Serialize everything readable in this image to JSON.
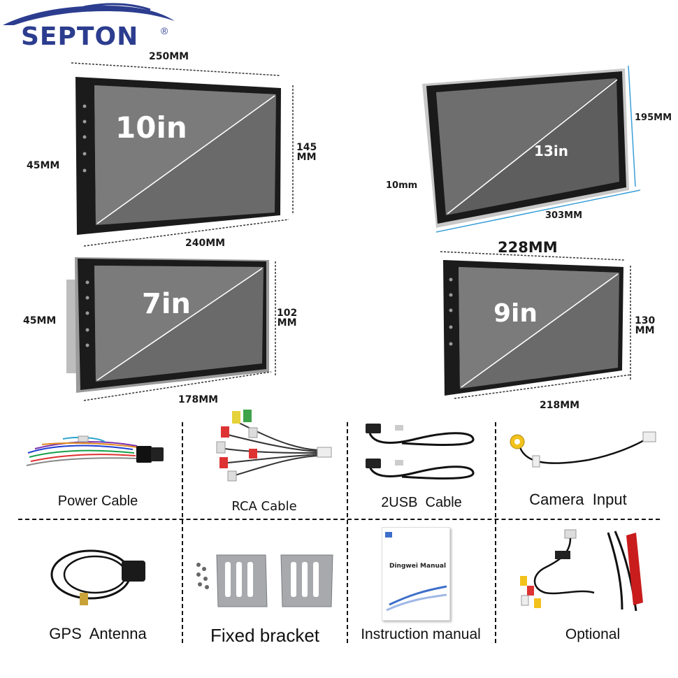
{
  "brand": {
    "name": "SEPTON",
    "registered": "®",
    "color": "#2c3d8f"
  },
  "devices": [
    {
      "id": "10in",
      "size_label": "10in",
      "width": "250MM",
      "bottom": "240MM",
      "height": "145\nMM",
      "depth": "45MM"
    },
    {
      "id": "13in",
      "size_label": "13in",
      "height": "195MM",
      "bottom": "303MM",
      "depth": "10mm"
    },
    {
      "id": "7in",
      "size_label": "7in",
      "height": "102\nMM",
      "bottom": "178MM",
      "depth": "45MM"
    },
    {
      "id": "9in",
      "size_label": "9in",
      "width": "228MM",
      "height": "130\nMM",
      "bottom": "218MM"
    }
  ],
  "accessories": [
    {
      "label": "Power Cable",
      "icon": "power-cable-icon"
    },
    {
      "label": "RCA Cable",
      "icon": "rca-cable-icon"
    },
    {
      "label": "2USB  Cable",
      "icon": "usb-cable-icon"
    },
    {
      "label": "Camera  Input",
      "icon": "camera-input-cable-icon"
    },
    {
      "label": "GPS  Antenna",
      "icon": "gps-antenna-icon"
    },
    {
      "label": "Fixed bracket",
      "icon": "bracket-icon"
    },
    {
      "label": "Instruction manual",
      "icon": "manual-icon",
      "manual_title": "Dingwei Manual"
    },
    {
      "label": "Optional",
      "icon": "optional-cables-icon"
    }
  ]
}
